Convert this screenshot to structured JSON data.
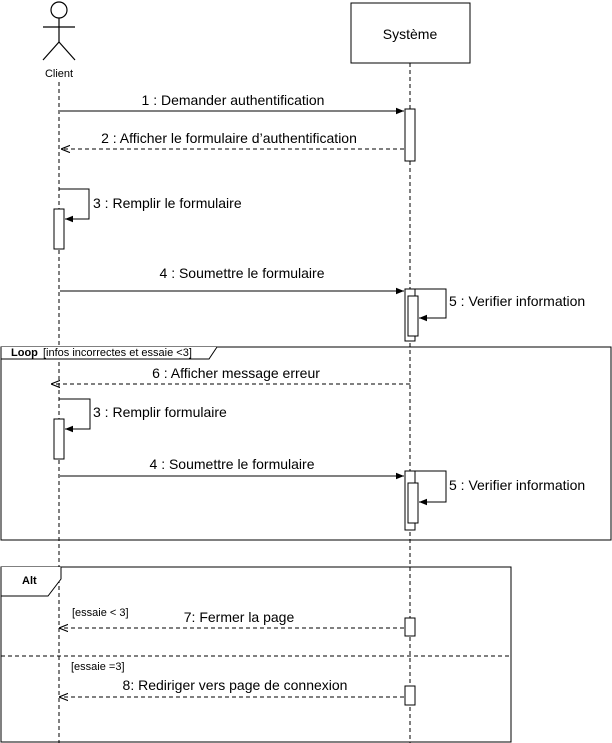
{
  "participants": {
    "client": "Client",
    "system": "Système"
  },
  "messages": {
    "m1": "1 : Demander authentification",
    "m2": "2 : Afficher le formulaire d’authentification",
    "m3": "3 : Remplir le formulaire",
    "m4": "4 : Soumettre le formulaire",
    "m5": "5 : Verifier information",
    "loop_m6": "6 : Afficher message erreur",
    "loop_m3": "3 : Remplir formulaire",
    "loop_m4": "4 : Soumettre le formulaire",
    "loop_m5": "5 : Verifier information",
    "alt_m7": "7: Fermer la page",
    "alt_m8": "8: Rediriger vers page de connexion"
  },
  "fragments": {
    "loop": {
      "keyword": "Loop",
      "guard": "[infos incorrectes et essaie <3]"
    },
    "alt": {
      "keyword": "Alt",
      "guard1": "[essaie < 3]",
      "guard2": "[essaie =3]"
    }
  }
}
